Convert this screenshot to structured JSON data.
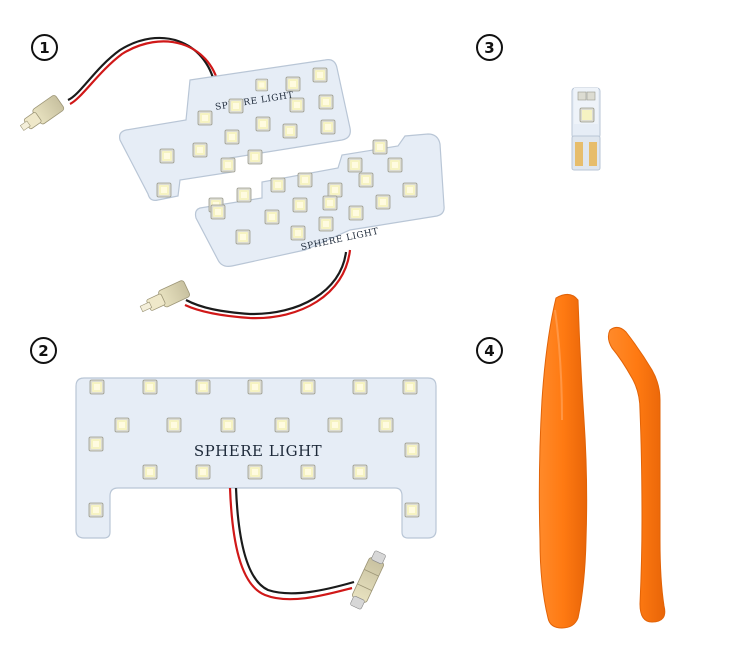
{
  "items": [
    {
      "number": "1",
      "brand_upper": "SPHERE LIGHT",
      "brand_lower": "SPHERE LIGHT"
    },
    {
      "number": "2",
      "brand": "SPHERE LIGHT"
    },
    {
      "number": "3"
    },
    {
      "number": "4"
    }
  ],
  "colors": {
    "board": "#e6edf6",
    "board_edge": "#b9c6d6",
    "led_frame": "#dcdcd2",
    "led_light": "#f6f3c2",
    "wire_red": "#d01818",
    "wire_black": "#1b1b1b",
    "tool_orange": "#ff7a12",
    "tool_orange_dark": "#e26307"
  }
}
